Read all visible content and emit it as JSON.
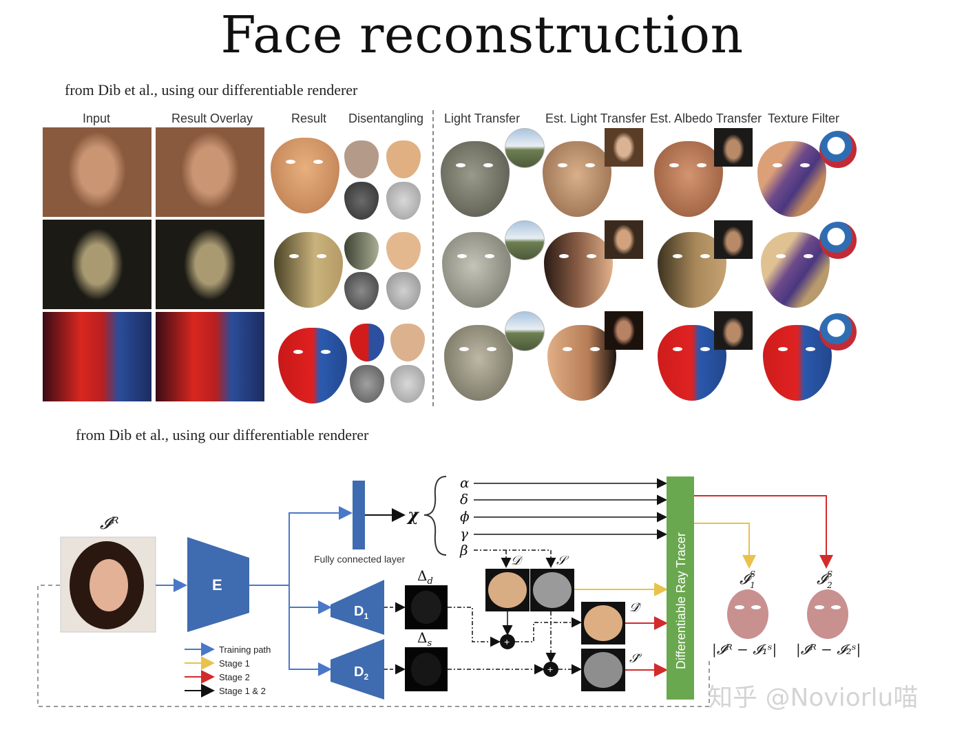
{
  "title": "Face reconstruction",
  "caption_top": "from Dib et al., using our differentiable renderer",
  "caption_bottom": "from Dib et al., using our differentiable renderer",
  "columns": [
    "Input",
    "Result Overlay",
    "Result",
    "Disentangling",
    "Light Transfer",
    "Est. Light Transfer",
    "Est. Albedo Transfer",
    "Texture Filter"
  ],
  "diagram": {
    "input_label": "𝓘ᴿ",
    "encoder": "E",
    "decoder1": "D",
    "decoder1_sub": "1",
    "decoder2": "D",
    "decoder2_sub": "2",
    "fc_label": "Fully connected layer",
    "chi": "χ",
    "params": [
      "α",
      "δ",
      "ϕ",
      "γ",
      "β"
    ],
    "delta_d": "Δ",
    "delta_d_sub": "d",
    "delta_s": "Δ",
    "delta_s_sub": "s",
    "D_label": "𝒟",
    "S_label": "𝒮",
    "Dhat_label": "𝒟̂",
    "Shat_label": "𝒮̂",
    "plus": "+",
    "ray_tracer": "Differentiable Ray Tracer",
    "out1_label": "𝓘",
    "out1_sup": "S",
    "out1_sub": "1",
    "out2_label": "𝓘",
    "out2_sup": "S",
    "out2_sub": "2",
    "loss1": "|𝓘ᴿ − 𝓘₁ˢ|",
    "loss2": "|𝓘ᴿ − 𝓘₂ˢ|",
    "legend": [
      {
        "label": "Training path",
        "color": "#4a78c8"
      },
      {
        "label": "Stage 1",
        "color": "#e8c24a"
      },
      {
        "label": "Stage 2",
        "color": "#d22b2b"
      },
      {
        "label": "Stage 1 & 2",
        "color": "#111111"
      }
    ]
  },
  "colors": {
    "block_blue": "#3f6bb0",
    "ray_green": "#6aa84f"
  },
  "watermark": "知乎 @Noviorlu喵"
}
